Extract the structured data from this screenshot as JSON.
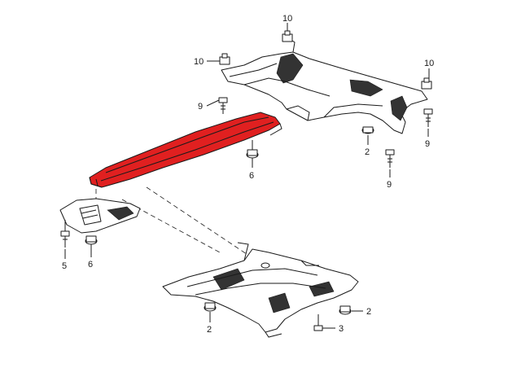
{
  "diagram": {
    "highlight_color": "#e02020",
    "line_color": "#1a1a1a",
    "callouts": {
      "c10_top": "10",
      "c10_left": "10",
      "c10_right": "10",
      "c9_left": "9",
      "c9_right": "9",
      "c9_mid": "9",
      "c2_mid": "2",
      "c6_mid": "6",
      "c5_left": "5",
      "c6_left": "6",
      "c2_bottom": "2",
      "c2_bottom_right": "2",
      "c3_bottom": "3"
    }
  }
}
